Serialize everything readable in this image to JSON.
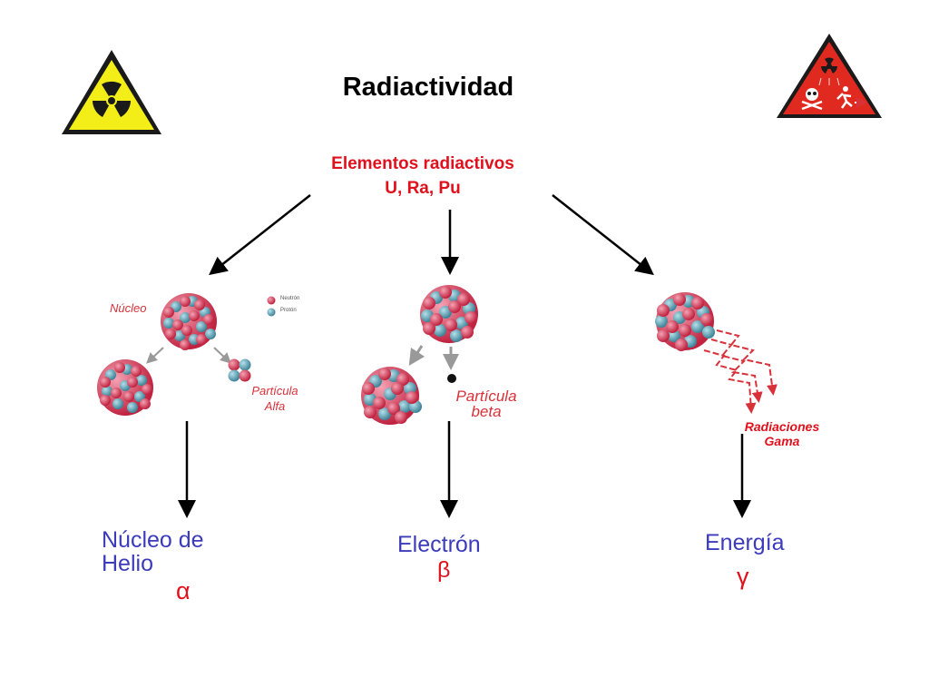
{
  "title": "Radiactividad",
  "elements": {
    "line1": "Elementos radiactivos",
    "line2": "U, Ra, Pu"
  },
  "alpha": {
    "nucleus_label": "Núcleo",
    "legend_neutron": "Neutrón",
    "legend_proton": "Protón",
    "particle_label_1": "Partícula",
    "particle_label_2": "Alfa",
    "result_1": "Núcleo de",
    "result_2": "Helio",
    "symbol": "α"
  },
  "beta": {
    "particle_label_1": "Partícula",
    "particle_label_2": "beta",
    "result": "Electrón",
    "symbol": "β"
  },
  "gamma": {
    "rays_label_1": "Radiaciones",
    "rays_label_2": "Gama",
    "result": "Energía",
    "symbol": "γ"
  },
  "colors": {
    "neutron": "#c8284a",
    "proton": "#4f93a8",
    "accent_red": "#e0111c",
    "result_blue": "#3b3bbb"
  },
  "icons": {
    "left": "radiation-trefoil-icon",
    "right": "radiation-danger-skull-icon"
  }
}
